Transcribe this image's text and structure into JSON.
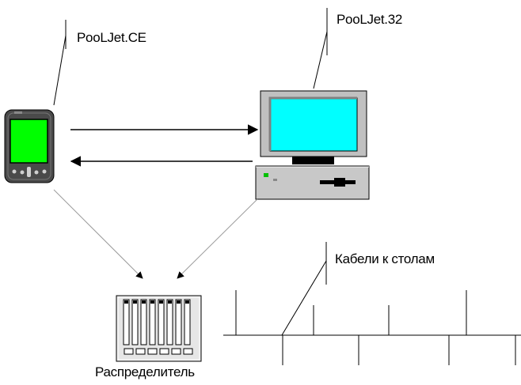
{
  "labels": {
    "pda": "PooLJet.CE",
    "pc": "PooLJet.32",
    "cables": "Кабели к столам",
    "distributor": "Распределитель"
  },
  "icons": {
    "pda": "pda-icon",
    "pc": "desktop-computer-icon",
    "distributor": "distributor-rack-icon"
  },
  "colors": {
    "screen_pda": "#00ff00",
    "screen_pc": "#00ffff",
    "pda_body": "#4a4a4a",
    "pc_case": "#c0c0c0",
    "led": "#00c000",
    "arrow": "#000000",
    "connector": "#9a9a9a"
  }
}
